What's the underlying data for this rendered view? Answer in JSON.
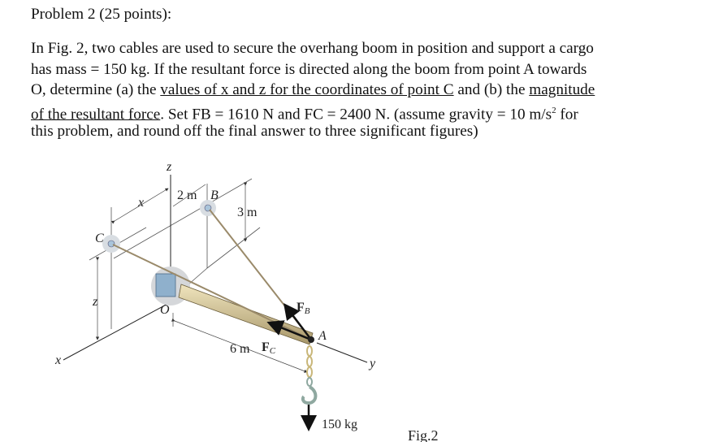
{
  "heading": "Problem 2 (25 points):",
  "paragraph": {
    "l1": "In Fig. 2, two cables are used to secure the overhang boom in position and support a cargo",
    "l2": "has mass = 150 kg. If the resultant force is directed along the boom from point A towards",
    "l3a": "O, determine (a) the ",
    "l3u1": "values of x and z for the coordinates of point C",
    "l3b": " and (b) the ",
    "l3u2": "magnitude",
    "l4u": "of the resultant force",
    "l4a": ". Set FB = 1610 N and FC = 2400 N. (assume gravity = 10 m/s",
    "l4sup": "2",
    "l4b": " for",
    "l5": "this problem, and round off the final answer to three significant figures)"
  },
  "figure": {
    "caption": "Fig.2",
    "labels": {
      "z_axis": "z",
      "x_axis": "x",
      "y_axis": "y",
      "x_dim": "x",
      "z_dim": "z",
      "two_m": "2 m",
      "three_m": "3 m",
      "six_m": "6 m",
      "B": "B",
      "C": "C",
      "O": "O",
      "A": "A",
      "FB_main": "F",
      "FB_sub": "B",
      "FC_main": "F",
      "FC_sub": "C",
      "mass": "150 kg"
    },
    "colors": {
      "boom": "#d8c99a",
      "bracket": "#8fb0cc",
      "cable": "#9a8a6a",
      "chain": "#c9b77a",
      "hook": "#8fa8a0"
    }
  }
}
